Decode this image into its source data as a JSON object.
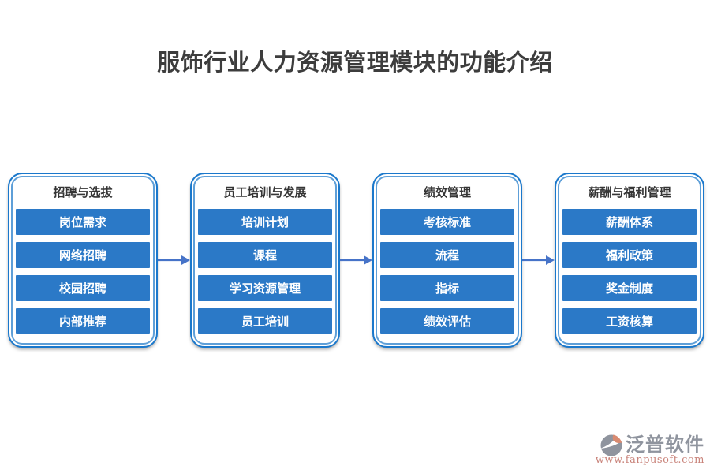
{
  "title": "服饰行业人力资源管理模块的功能介绍",
  "colors": {
    "card_border": "#1a78cc",
    "card_inner_line": "#5e9fd8",
    "item_fill": "#2b79c7",
    "item_text": "#ffffff",
    "header_text": "#353535",
    "title_text": "#3d3d3d",
    "arrow": "#4673c8",
    "logo_gray": "#8f949e",
    "logo_orange": "#d98a70",
    "logo_url_text": "#c9837a"
  },
  "flow": {
    "columns": [
      {
        "header": "招聘与选拔",
        "items": [
          "岗位需求",
          "网络招聘",
          "校园招聘",
          "内部推荐"
        ]
      },
      {
        "header": "员工培训与发展",
        "items": [
          "培训计划",
          "课程",
          "学习资源管理",
          "员工培训"
        ]
      },
      {
        "header": "绩效管理",
        "items": [
          "考核标准",
          "流程",
          "指标",
          "绩效评估"
        ]
      },
      {
        "header": "薪酬与福利管理",
        "items": [
          "薪酬体系",
          "福利政策",
          "奖金制度",
          "工资核算"
        ]
      }
    ]
  },
  "logo": {
    "name": "泛普软件",
    "url": "www.fanpusoft.com"
  }
}
